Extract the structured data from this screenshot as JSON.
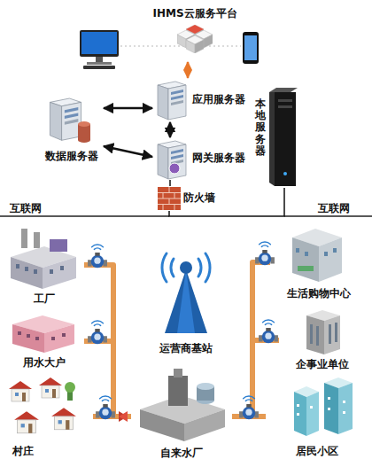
{
  "diagram": {
    "nodes": [
      {
        "text": [
          "IHMS云服务平台"
        ]
      },
      {
        "text": [
          "应用服务器"
        ]
      },
      {
        "text": [
          "网关服务器"
        ]
      },
      {
        "text": [
          "数据服务器"
        ]
      },
      {
        "text": [
          "本地服务器"
        ]
      },
      {
        "text": [
          "防火墙"
        ]
      },
      {
        "text": [
          "工厂"
        ]
      },
      {
        "text": [
          "用水大户"
        ]
      },
      {
        "text": [
          "村庄"
        ]
      },
      {
        "text": [
          "运营商基站"
        ]
      },
      {
        "text": [
          "自来水厂"
        ]
      },
      {
        "text": [
          "生活购物中心"
        ]
      },
      {
        "text": [
          "企事业单位"
        ]
      },
      {
        "text": [
          "居民小区"
        ]
      }
    ],
    "edges": [
      {
        "from": 0,
        "to": 1,
        "arrow": "both"
      },
      {
        "from": 1,
        "to": 2,
        "arrow": "both"
      },
      {
        "from": 3,
        "to": 1,
        "arrow": "both"
      },
      {
        "from": 3,
        "to": 2,
        "arrow": "both"
      },
      {
        "from": 2,
        "to": 5,
        "arrow": "none"
      },
      {
        "from": 4,
        "to": 5,
        "arrow": "none"
      },
      {
        "from": 10,
        "to": 6,
        "arrow": "none"
      },
      {
        "from": 10,
        "to": 7,
        "arrow": "none"
      },
      {
        "from": 10,
        "to": 8,
        "arrow": "none"
      },
      {
        "from": 10,
        "to": 11,
        "arrow": "none"
      },
      {
        "from": 10,
        "to": 12,
        "arrow": "none"
      },
      {
        "from": 10,
        "to": 13,
        "arrow": "none"
      }
    ],
    "labels": [
      "互联网",
      "互联网"
    ]
  }
}
